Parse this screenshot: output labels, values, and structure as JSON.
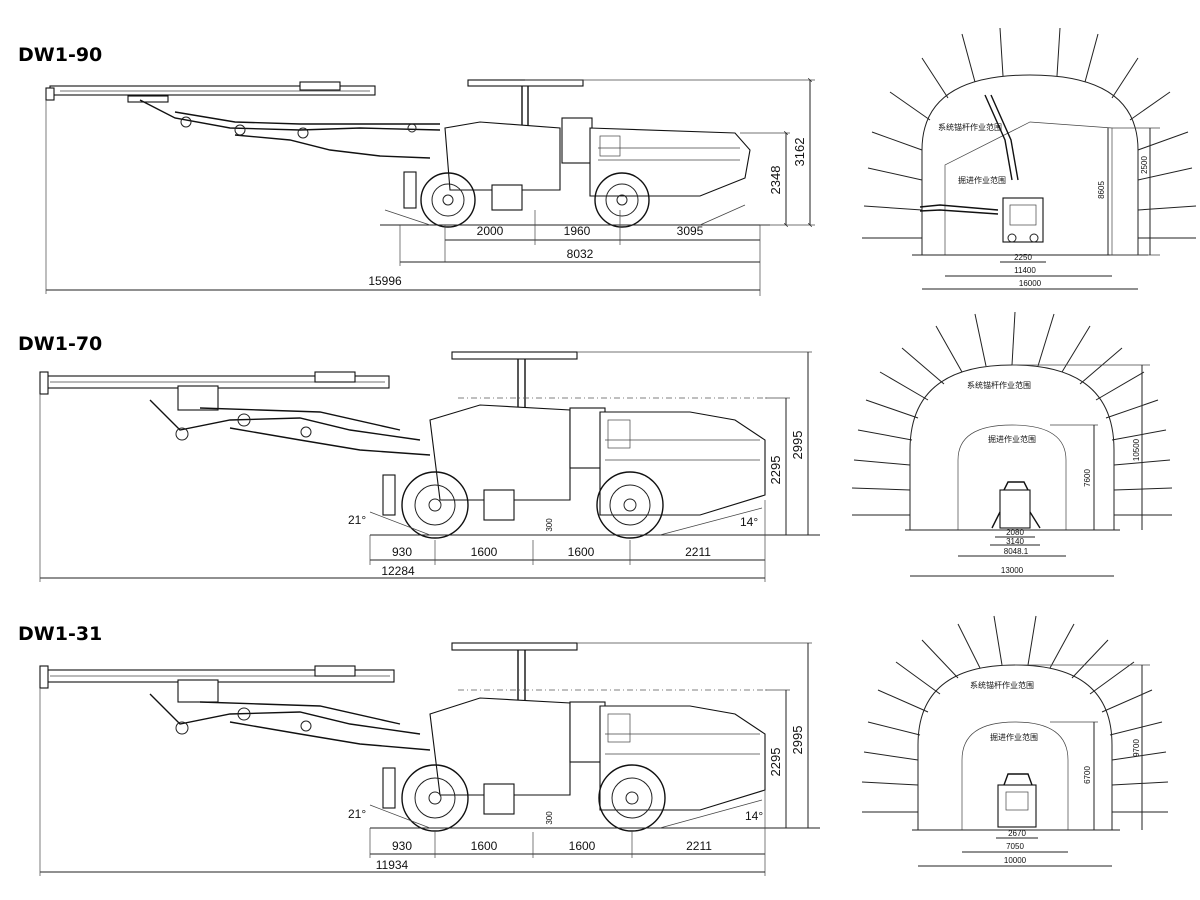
{
  "sheet": {
    "machines": [
      {
        "id": "dw1-90",
        "model": "DW1-90",
        "side": {
          "overall_length": "15996",
          "machine_length": "8032",
          "segments": [
            "2000",
            "1960",
            "3095"
          ],
          "height_body": "2348",
          "height_canopy": "3162"
        },
        "tunnel": {
          "label_outer": "系统锚杆作业范围",
          "label_inner": "掘进作业范围",
          "width_outer": "16000",
          "width_inner": "11400",
          "width_machine": "2250",
          "height_outer": "2500",
          "height_inner": "8605"
        }
      },
      {
        "id": "dw1-70",
        "model": "DW1-70",
        "side": {
          "overall_length": "12284",
          "segments": [
            "930",
            "1600",
            "1600",
            "2211"
          ],
          "height_body": "2295",
          "height_canopy": "2995",
          "ground_clearance": "300",
          "angle_front": "21°",
          "angle_rear": "14°"
        },
        "tunnel": {
          "label_outer": "系统锚杆作业范围",
          "label_inner": "掘进作业范围",
          "width_outer": "13000",
          "width_inner": "8048.1",
          "width_machine": "2080",
          "width_track": "3140",
          "height_outer": "10500",
          "height_inner": "7600"
        }
      },
      {
        "id": "dw1-31",
        "model": "DW1-31",
        "side": {
          "overall_length": "11934",
          "segments": [
            "930",
            "1600",
            "1600",
            "2211"
          ],
          "height_body": "2295",
          "height_canopy": "2995",
          "ground_clearance": "300",
          "angle_front": "21°",
          "angle_rear": "14°"
        },
        "tunnel": {
          "label_outer": "系统锚杆作业范围",
          "label_inner": "掘进作业范围",
          "width_outer": "10000",
          "width_inner": "7050",
          "width_machine": "2670",
          "height_outer": "9700",
          "height_inner": "6700"
        }
      }
    ]
  }
}
